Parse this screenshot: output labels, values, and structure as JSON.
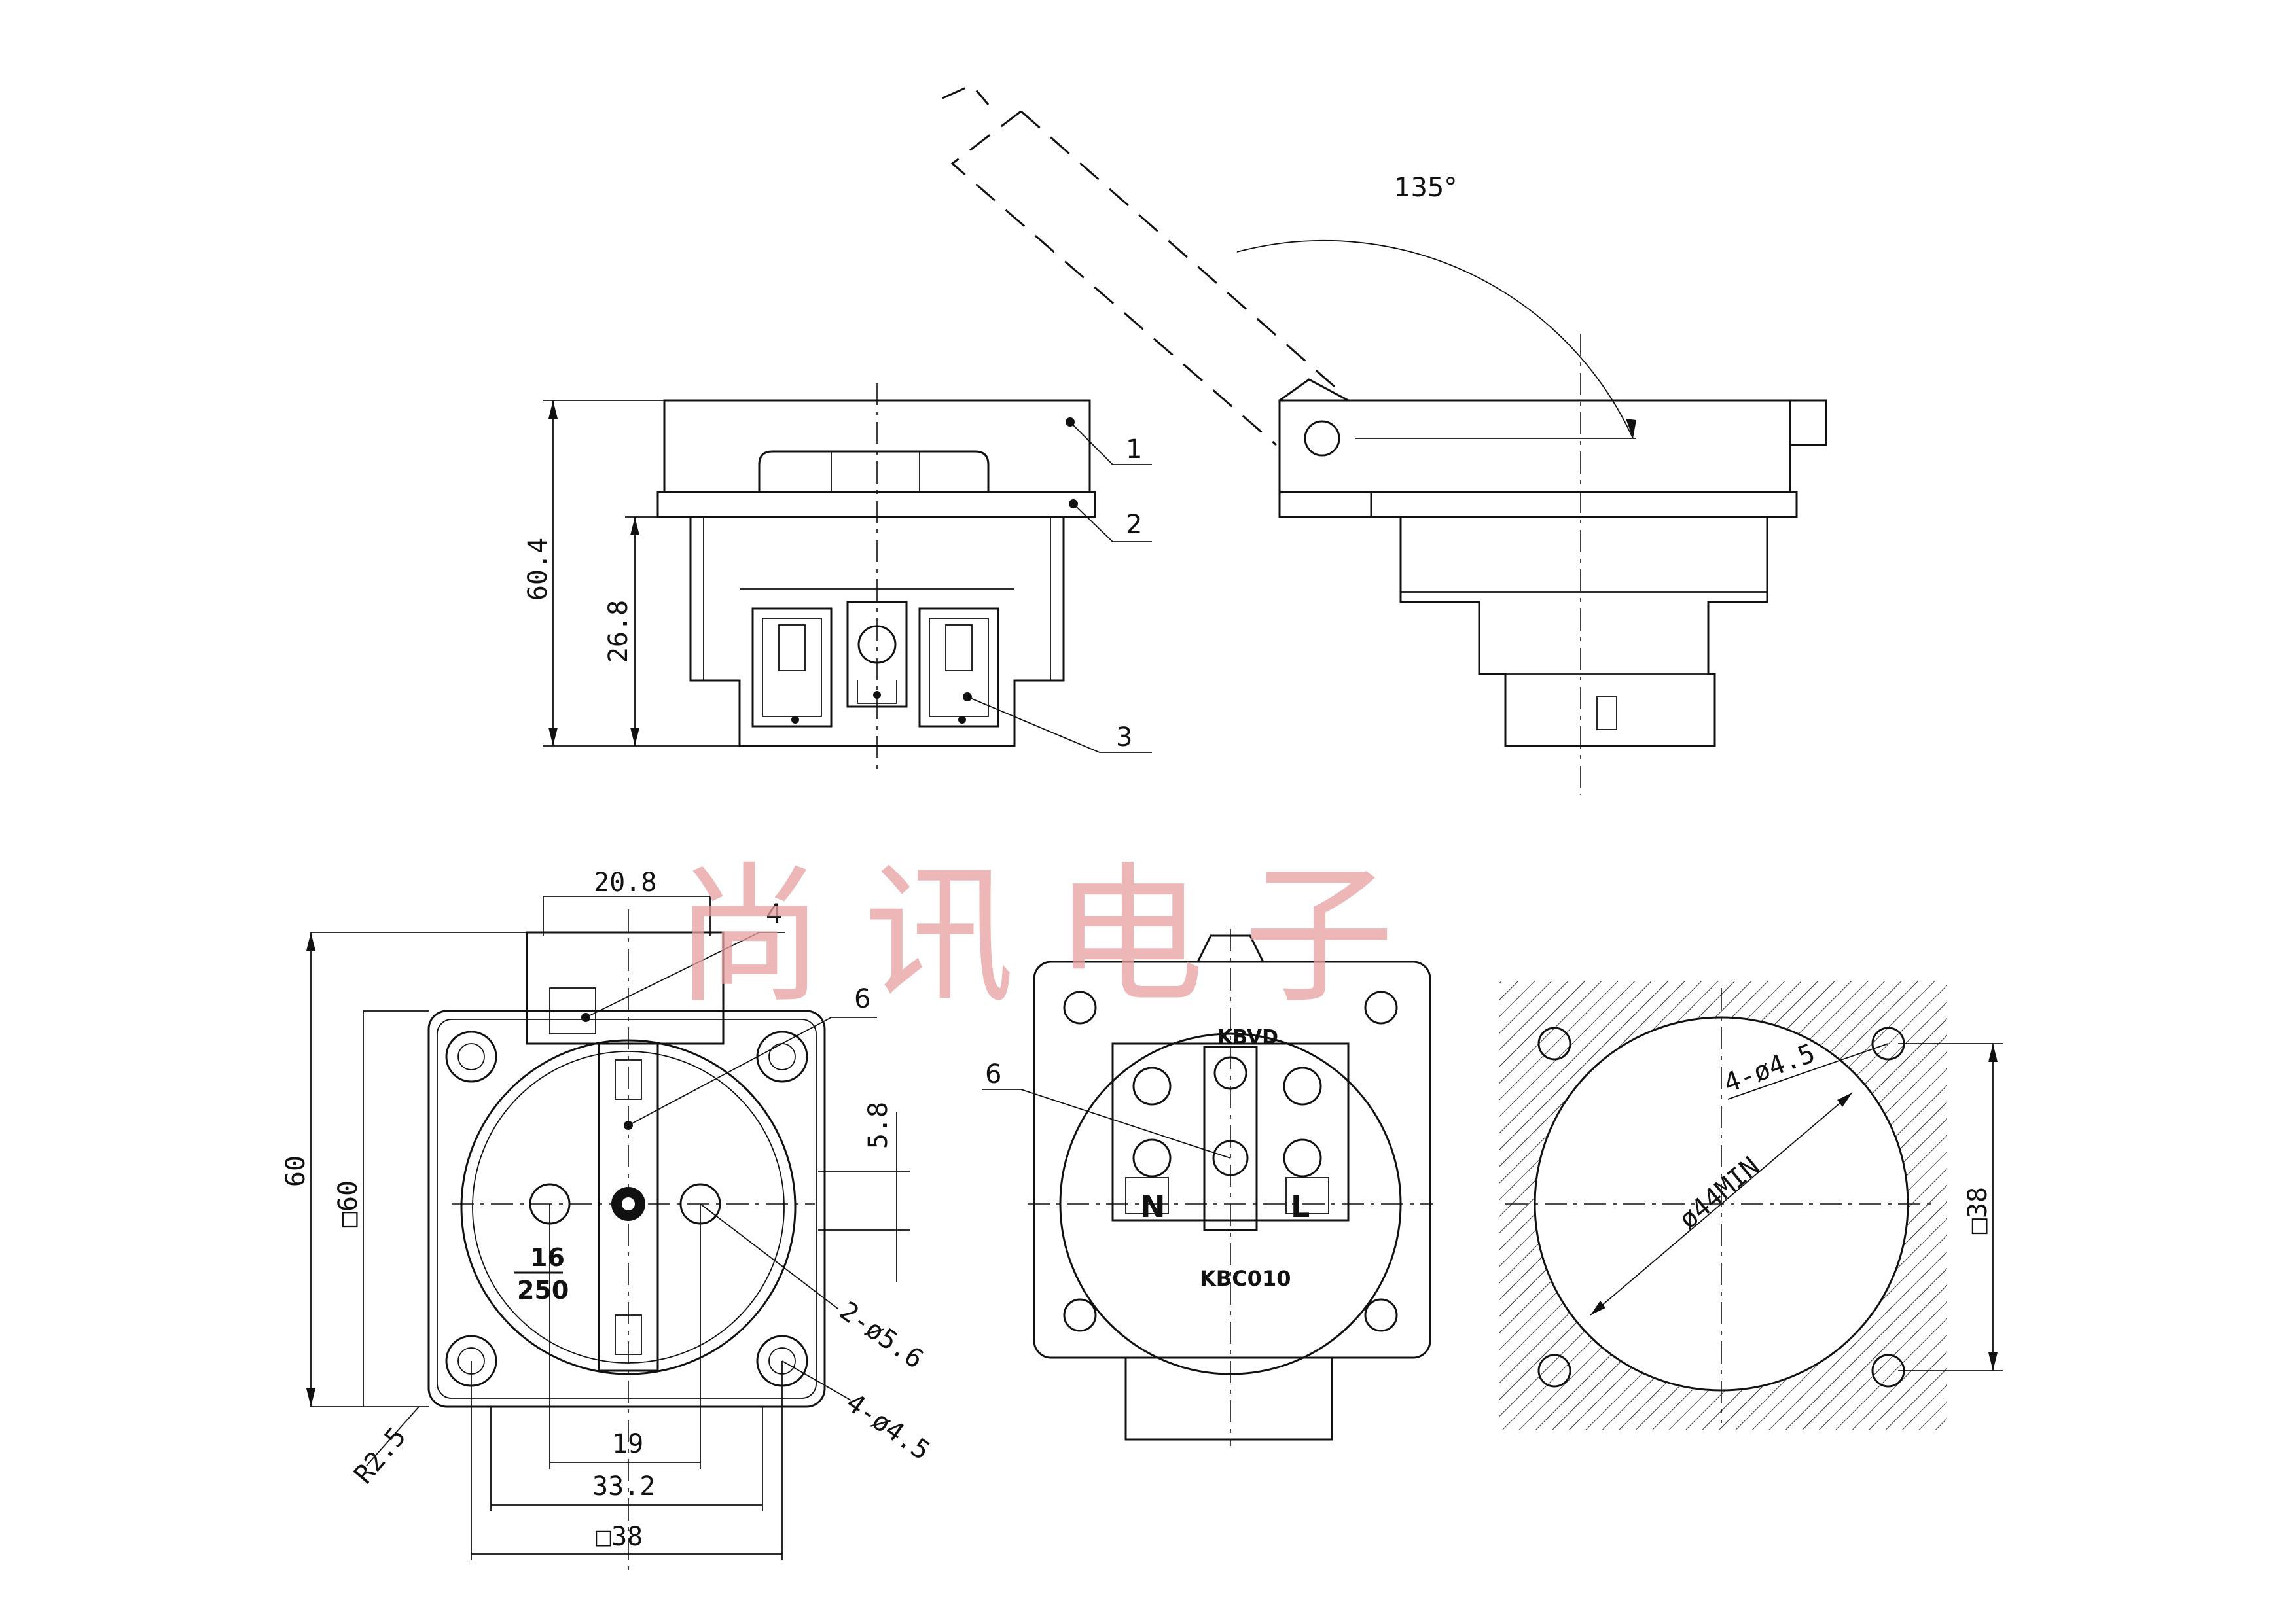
{
  "watermark": "尚讯电子",
  "angle_label": "135°",
  "side_view": {
    "overall_height": "60.4",
    "body_height": "26.8",
    "callouts": [
      "1",
      "2",
      "3"
    ]
  },
  "front_view": {
    "top_width": "20.8",
    "overall_height": "60",
    "square": "□60",
    "offset": "5.8",
    "pin_holes": "2-ø5.6",
    "mount_holes": "4-ø4.5",
    "corner_radius": "R2.5",
    "pin_span": "19",
    "hole_span": "33.2",
    "square_outer": "□38",
    "rating_top": "16",
    "rating_bottom": "250",
    "callouts": [
      "4",
      "6"
    ]
  },
  "rear_view": {
    "callout": "6",
    "top_mark": "KBVD",
    "bottom_mark": "KBC010",
    "terminal_n": "N",
    "terminal_l": "L"
  },
  "cutout_view": {
    "holes": "4-ø4.5",
    "diameter": "ø44MIN",
    "square": "□38"
  }
}
